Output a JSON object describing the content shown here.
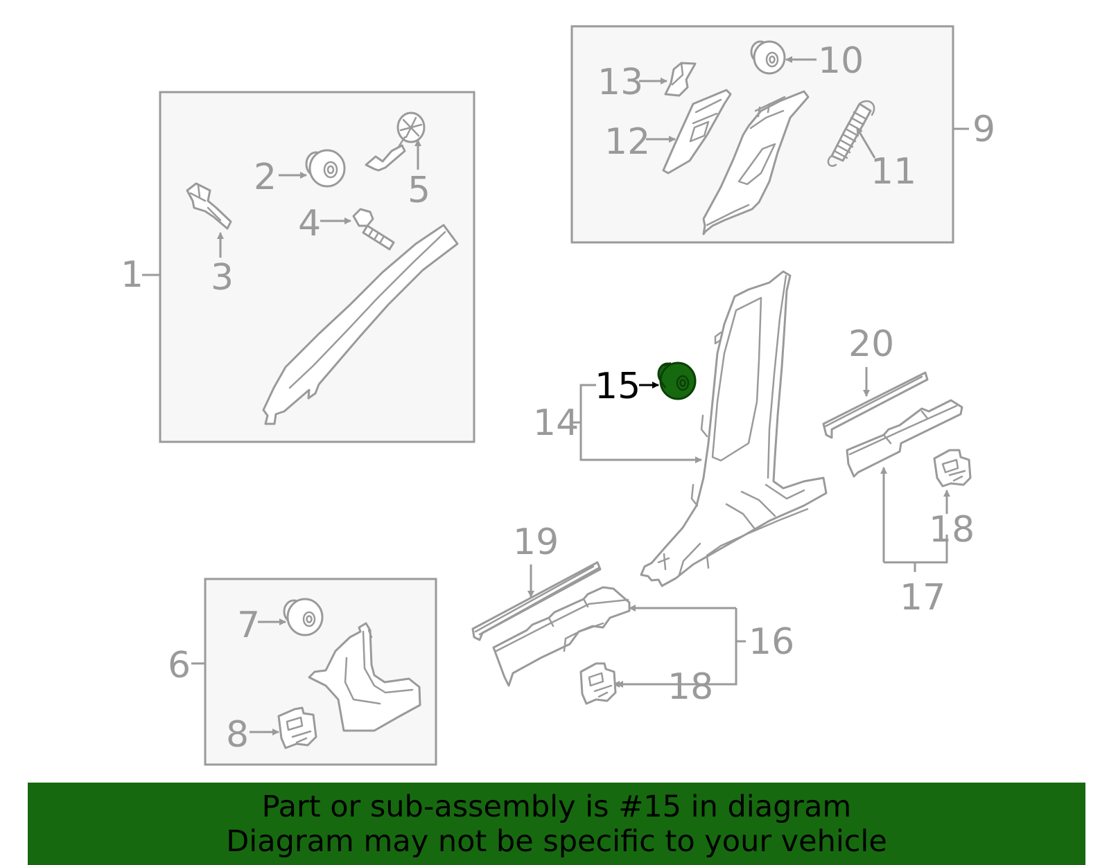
{
  "diagram": {
    "callouts": {
      "c1": "1",
      "c2": "2",
      "c3": "3",
      "c4": "4",
      "c5": "5",
      "c6": "6",
      "c7": "7",
      "c8": "8",
      "c9": "9",
      "c10": "10",
      "c11": "11",
      "c12": "12",
      "c13": "13",
      "c14": "14",
      "c15": "15",
      "c16": "16",
      "c17": "17",
      "c18a": "18",
      "c18b": "18",
      "c19": "19",
      "c20": "20"
    },
    "highlighted_part": "15",
    "colors": {
      "highlight": "#16690f",
      "line": "#9a9a9a",
      "box_fill": "#f7f7f7"
    }
  },
  "banner": {
    "line1": "Part or sub-assembly is #15 in diagram",
    "line2": "Diagram may not be specific to your vehicle",
    "background": "#16690f"
  }
}
